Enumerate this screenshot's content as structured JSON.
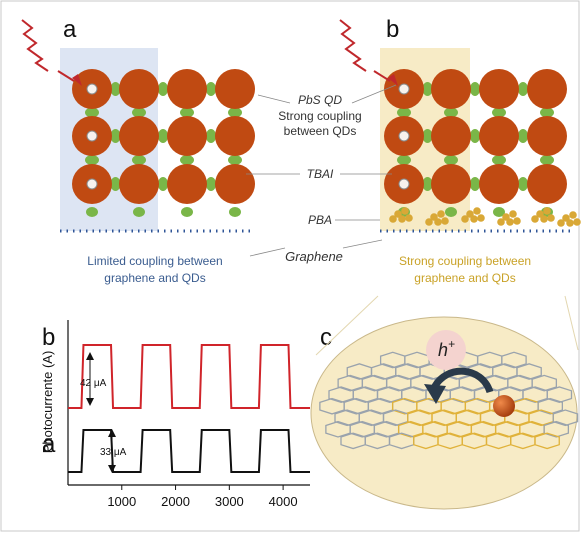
{
  "panels": {
    "a": "a",
    "b": "b",
    "c": "c"
  },
  "labels": {
    "pbs": "PbS QD",
    "strong_coupling_qds_1": "Strong coupling",
    "strong_coupling_qds_2": "between QDs",
    "tbai": "TBAI",
    "pba": "PBA",
    "graphene": "Graphene"
  },
  "captions": {
    "limited_1": "Limited coupling between",
    "limited_2": "graphene and QDs",
    "strong_1": "Strong coupling between",
    "strong_2": "graphene and QDs"
  },
  "hole": {
    "base": "h",
    "sup": "+"
  },
  "colors": {
    "qd": "#c04a12",
    "ligand": "#7ab648",
    "pba": "#d9a836",
    "blue_box": "#dde5f3",
    "yellow_box": "#f7ebc6",
    "graphene_dots": "#2f5597",
    "curve_b": "#d0242a",
    "curve_a": "#111111",
    "caption_limited": "#3a5c8f",
    "caption_strong": "#c9a227"
  },
  "chart_data": {
    "type": "line",
    "ylabel": "Photocurrente (A)",
    "xlim": [
      0,
      4500
    ],
    "x_ticks": [
      1000,
      2000,
      3000,
      4000
    ],
    "panel_labels": {
      "b": "b",
      "a": "a"
    },
    "series": [
      {
        "name": "b",
        "on_intervals": [
          [
            250,
            800
          ],
          [
            1350,
            1900
          ],
          [
            2450,
            3000
          ],
          [
            3550,
            4100
          ]
        ],
        "annotation": "42 μA"
      },
      {
        "name": "a",
        "on_intervals": [
          [
            250,
            800
          ],
          [
            1350,
            1900
          ],
          [
            2450,
            3000
          ],
          [
            3550,
            4100
          ]
        ],
        "annotation": "33 μA"
      }
    ]
  }
}
